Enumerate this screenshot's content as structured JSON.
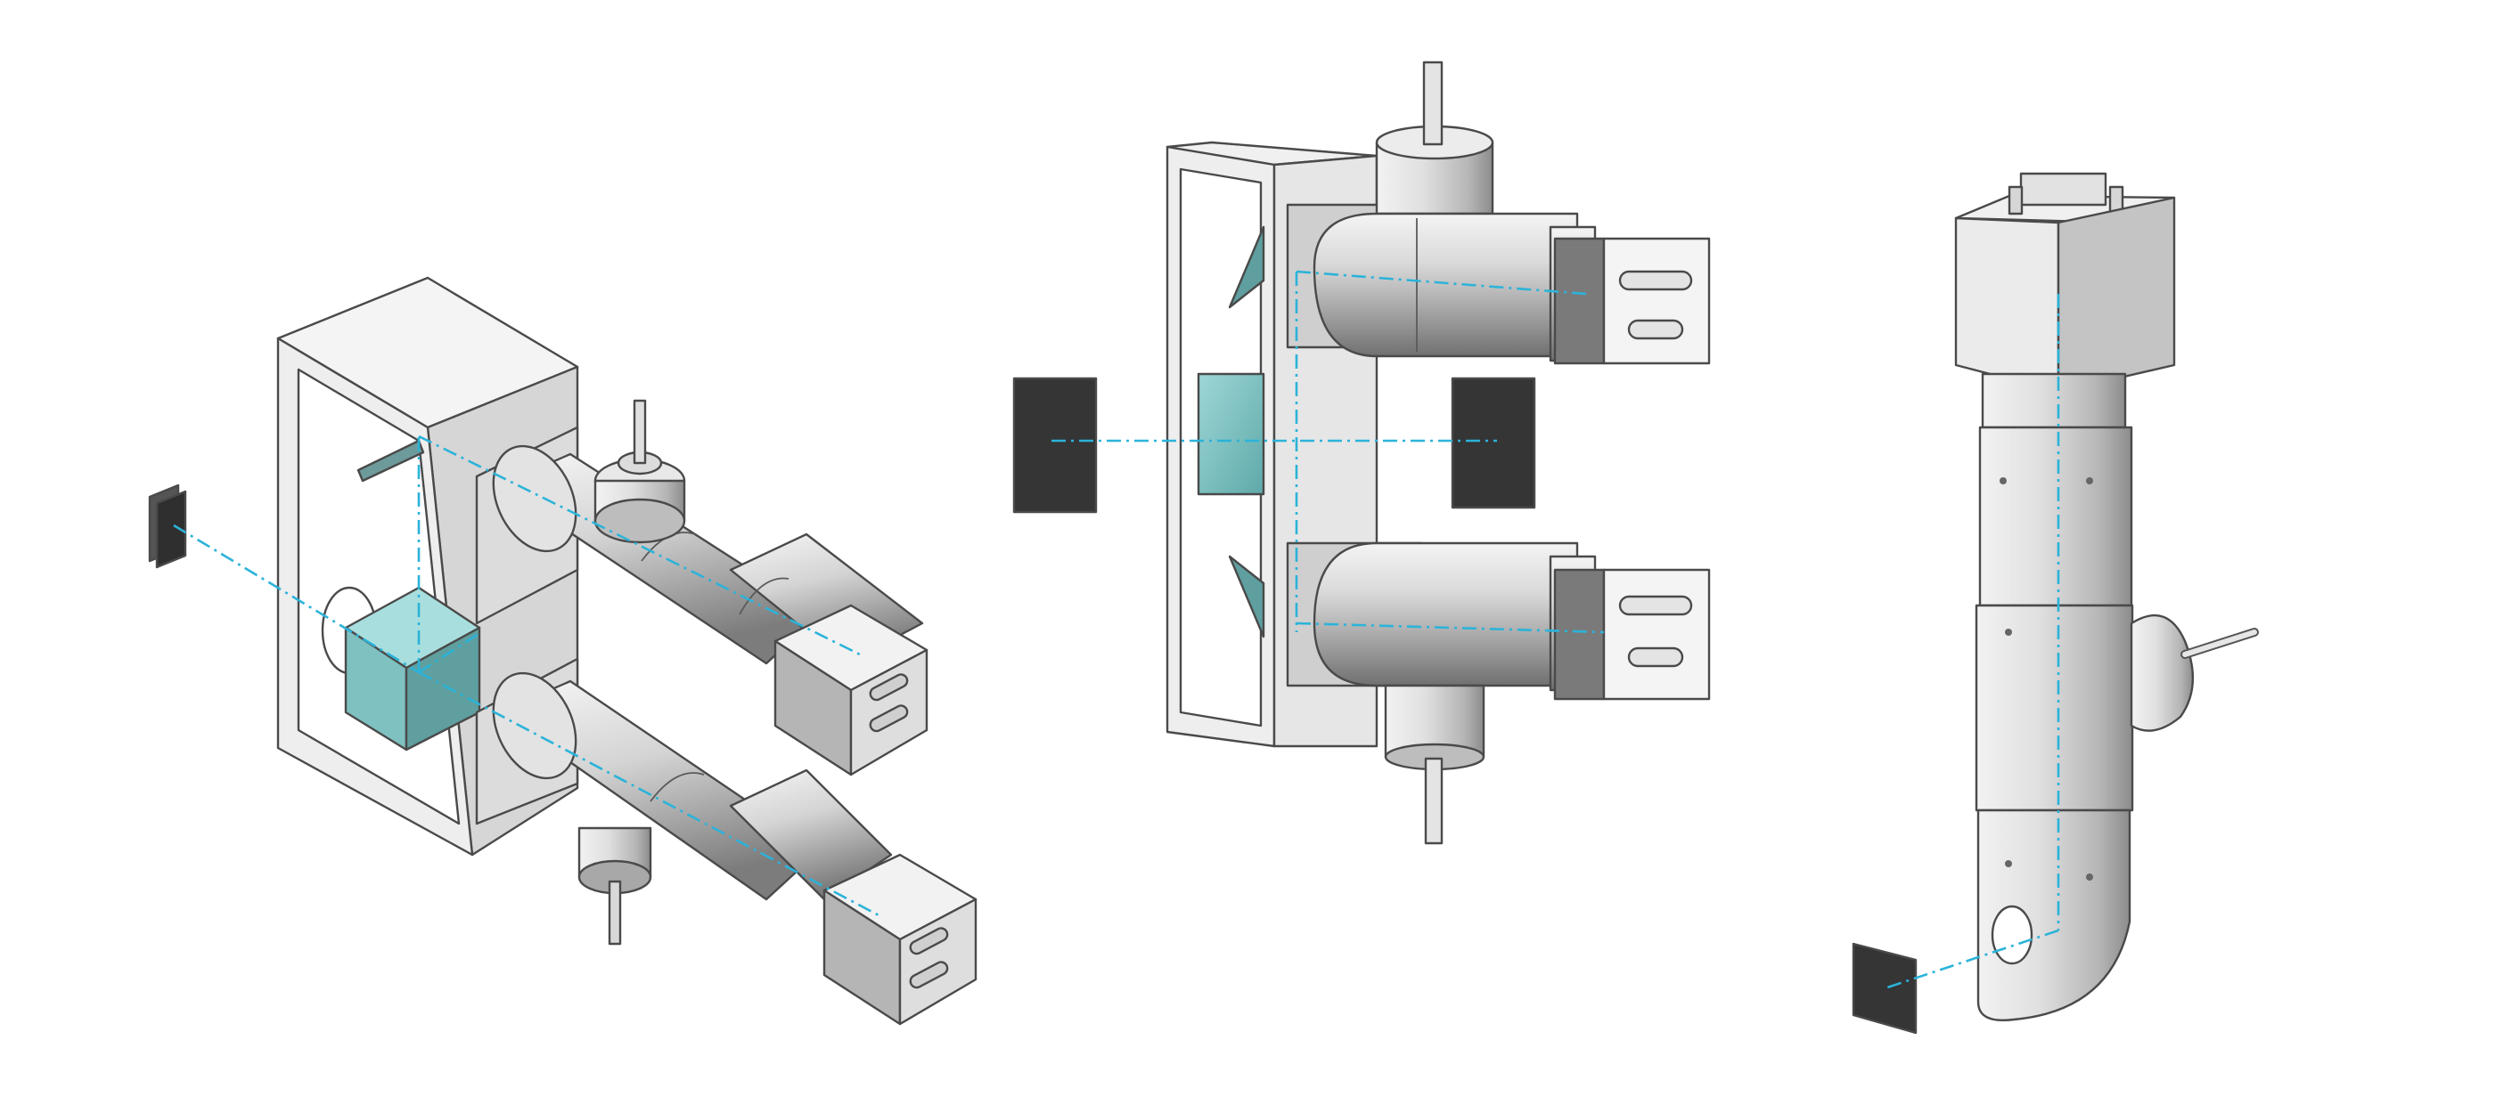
{
  "scene": {
    "views": [
      "isometric-view",
      "front-view",
      "side-view"
    ],
    "colors": {
      "background": "#ffffff",
      "beam": "#2bb3d9",
      "prism": "#7fc9c9",
      "sensor": "#3a3a3a",
      "body_light": "#eeeeee",
      "body_mid": "#c8c8c8",
      "body_dark": "#8a8a8a"
    },
    "icons": [
      "optical-path-line",
      "beam-splitter-prism",
      "image-sensor-plate",
      "camera-module",
      "lens-tube",
      "focus-knob"
    ]
  }
}
